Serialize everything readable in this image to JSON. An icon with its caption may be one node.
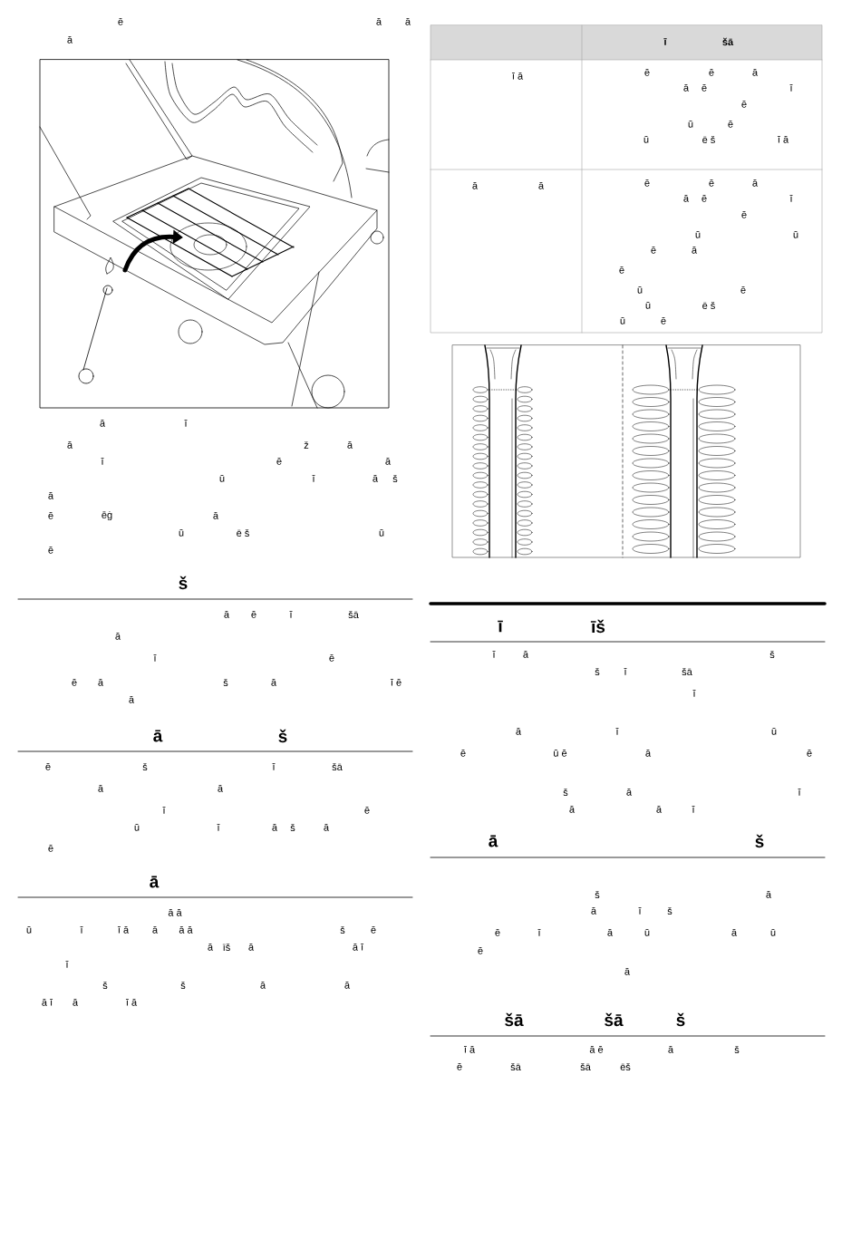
{
  "diagram": {
    "labels": [
      "ē",
      "ā",
      "ā",
      "ā",
      "ā",
      "ī",
      "ā",
      "ž",
      "ā",
      "ī",
      "ē",
      "ā",
      "ū",
      "ī",
      "ā",
      "š",
      "ā",
      "ē",
      "ēġ",
      "ā",
      "ū",
      "ē š",
      "ū",
      "ē",
      "š",
      "ā",
      "ē",
      "ī",
      "šā",
      "ā",
      "ī",
      "ē",
      "ē",
      "ā",
      "š",
      "ā",
      "ī ē",
      "ā",
      "ā",
      "š",
      "ē",
      "š",
      "ī",
      "šā",
      "ā",
      "ā",
      "ī",
      "ē",
      "ū",
      "ī",
      "ā",
      "š",
      "ā",
      "ē",
      "ā",
      "ā ā",
      "ū",
      "ī",
      "ī ā",
      "ā",
      "ā ā",
      "š",
      "ē",
      "ā",
      "īš",
      "ā",
      "ā ī",
      "ī",
      "š",
      "š",
      "ā",
      "ā",
      "ā ī",
      "ā",
      "ī ā",
      "ī",
      "šā",
      "ī ā",
      "ē",
      "ē",
      "ā",
      "ā",
      "ē",
      "ī",
      "ē",
      "ū",
      "ē",
      "ū",
      "ē š",
      "ī ā",
      "ā",
      "ā",
      "ē",
      "ē",
      "ā",
      "ā",
      "ē",
      "ī",
      "ē",
      "ū",
      "ū",
      "ē",
      "ā",
      "ē",
      "ū",
      "ē",
      "ū",
      "ē š",
      "ū",
      "ē",
      "ī",
      "īš",
      "ī",
      "ā",
      "š",
      "š",
      "ī",
      "šā",
      "ī",
      "ā",
      "ī",
      "ū",
      "ē",
      "ū ē",
      "ā",
      "ē",
      "š",
      "ā",
      "ī",
      "ā",
      "ā",
      "ī",
      "ā",
      "š",
      "š",
      "ā",
      "ā",
      "ī",
      "š",
      "ē",
      "ī",
      "ā",
      "ū",
      "ā",
      "ū",
      "ē",
      "ā",
      "šā",
      "šā",
      "š",
      "ī ā",
      "ā ē",
      "ā",
      "š",
      "ē",
      "šā",
      "šā",
      "ēš"
    ]
  }
}
